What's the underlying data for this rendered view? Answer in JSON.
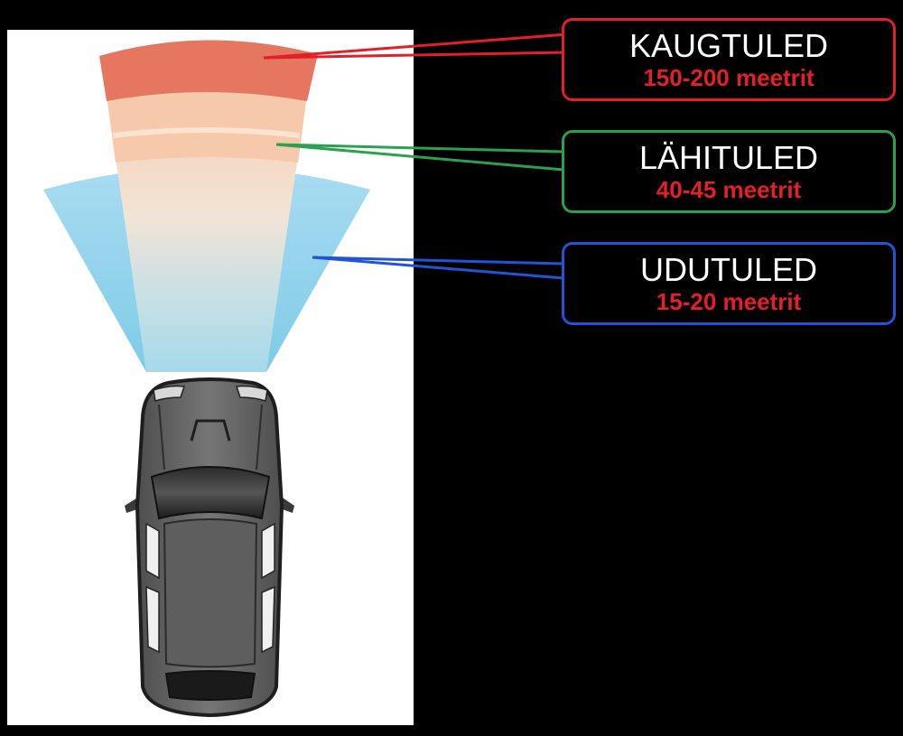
{
  "colors": {
    "background": "#000000",
    "panel": "#ffffff",
    "high_beam": "#e3735c",
    "low_beam": "#f5c8a8",
    "fog": "#8fd0ec",
    "high_border": "#e3202a",
    "low_border": "#2aa14e",
    "fog_border": "#2155d6",
    "range_text": "#e3202a",
    "car_body": "#6b6b6b"
  },
  "labels": [
    {
      "id": "high",
      "title": "KAUGTULED",
      "range": "150-200 meetrit"
    },
    {
      "id": "low",
      "title": "LÄHITULED",
      "range": "40-45 meetrit"
    },
    {
      "id": "fog",
      "title": "UDUTULED",
      "range": "15-20 meetrit"
    }
  ]
}
